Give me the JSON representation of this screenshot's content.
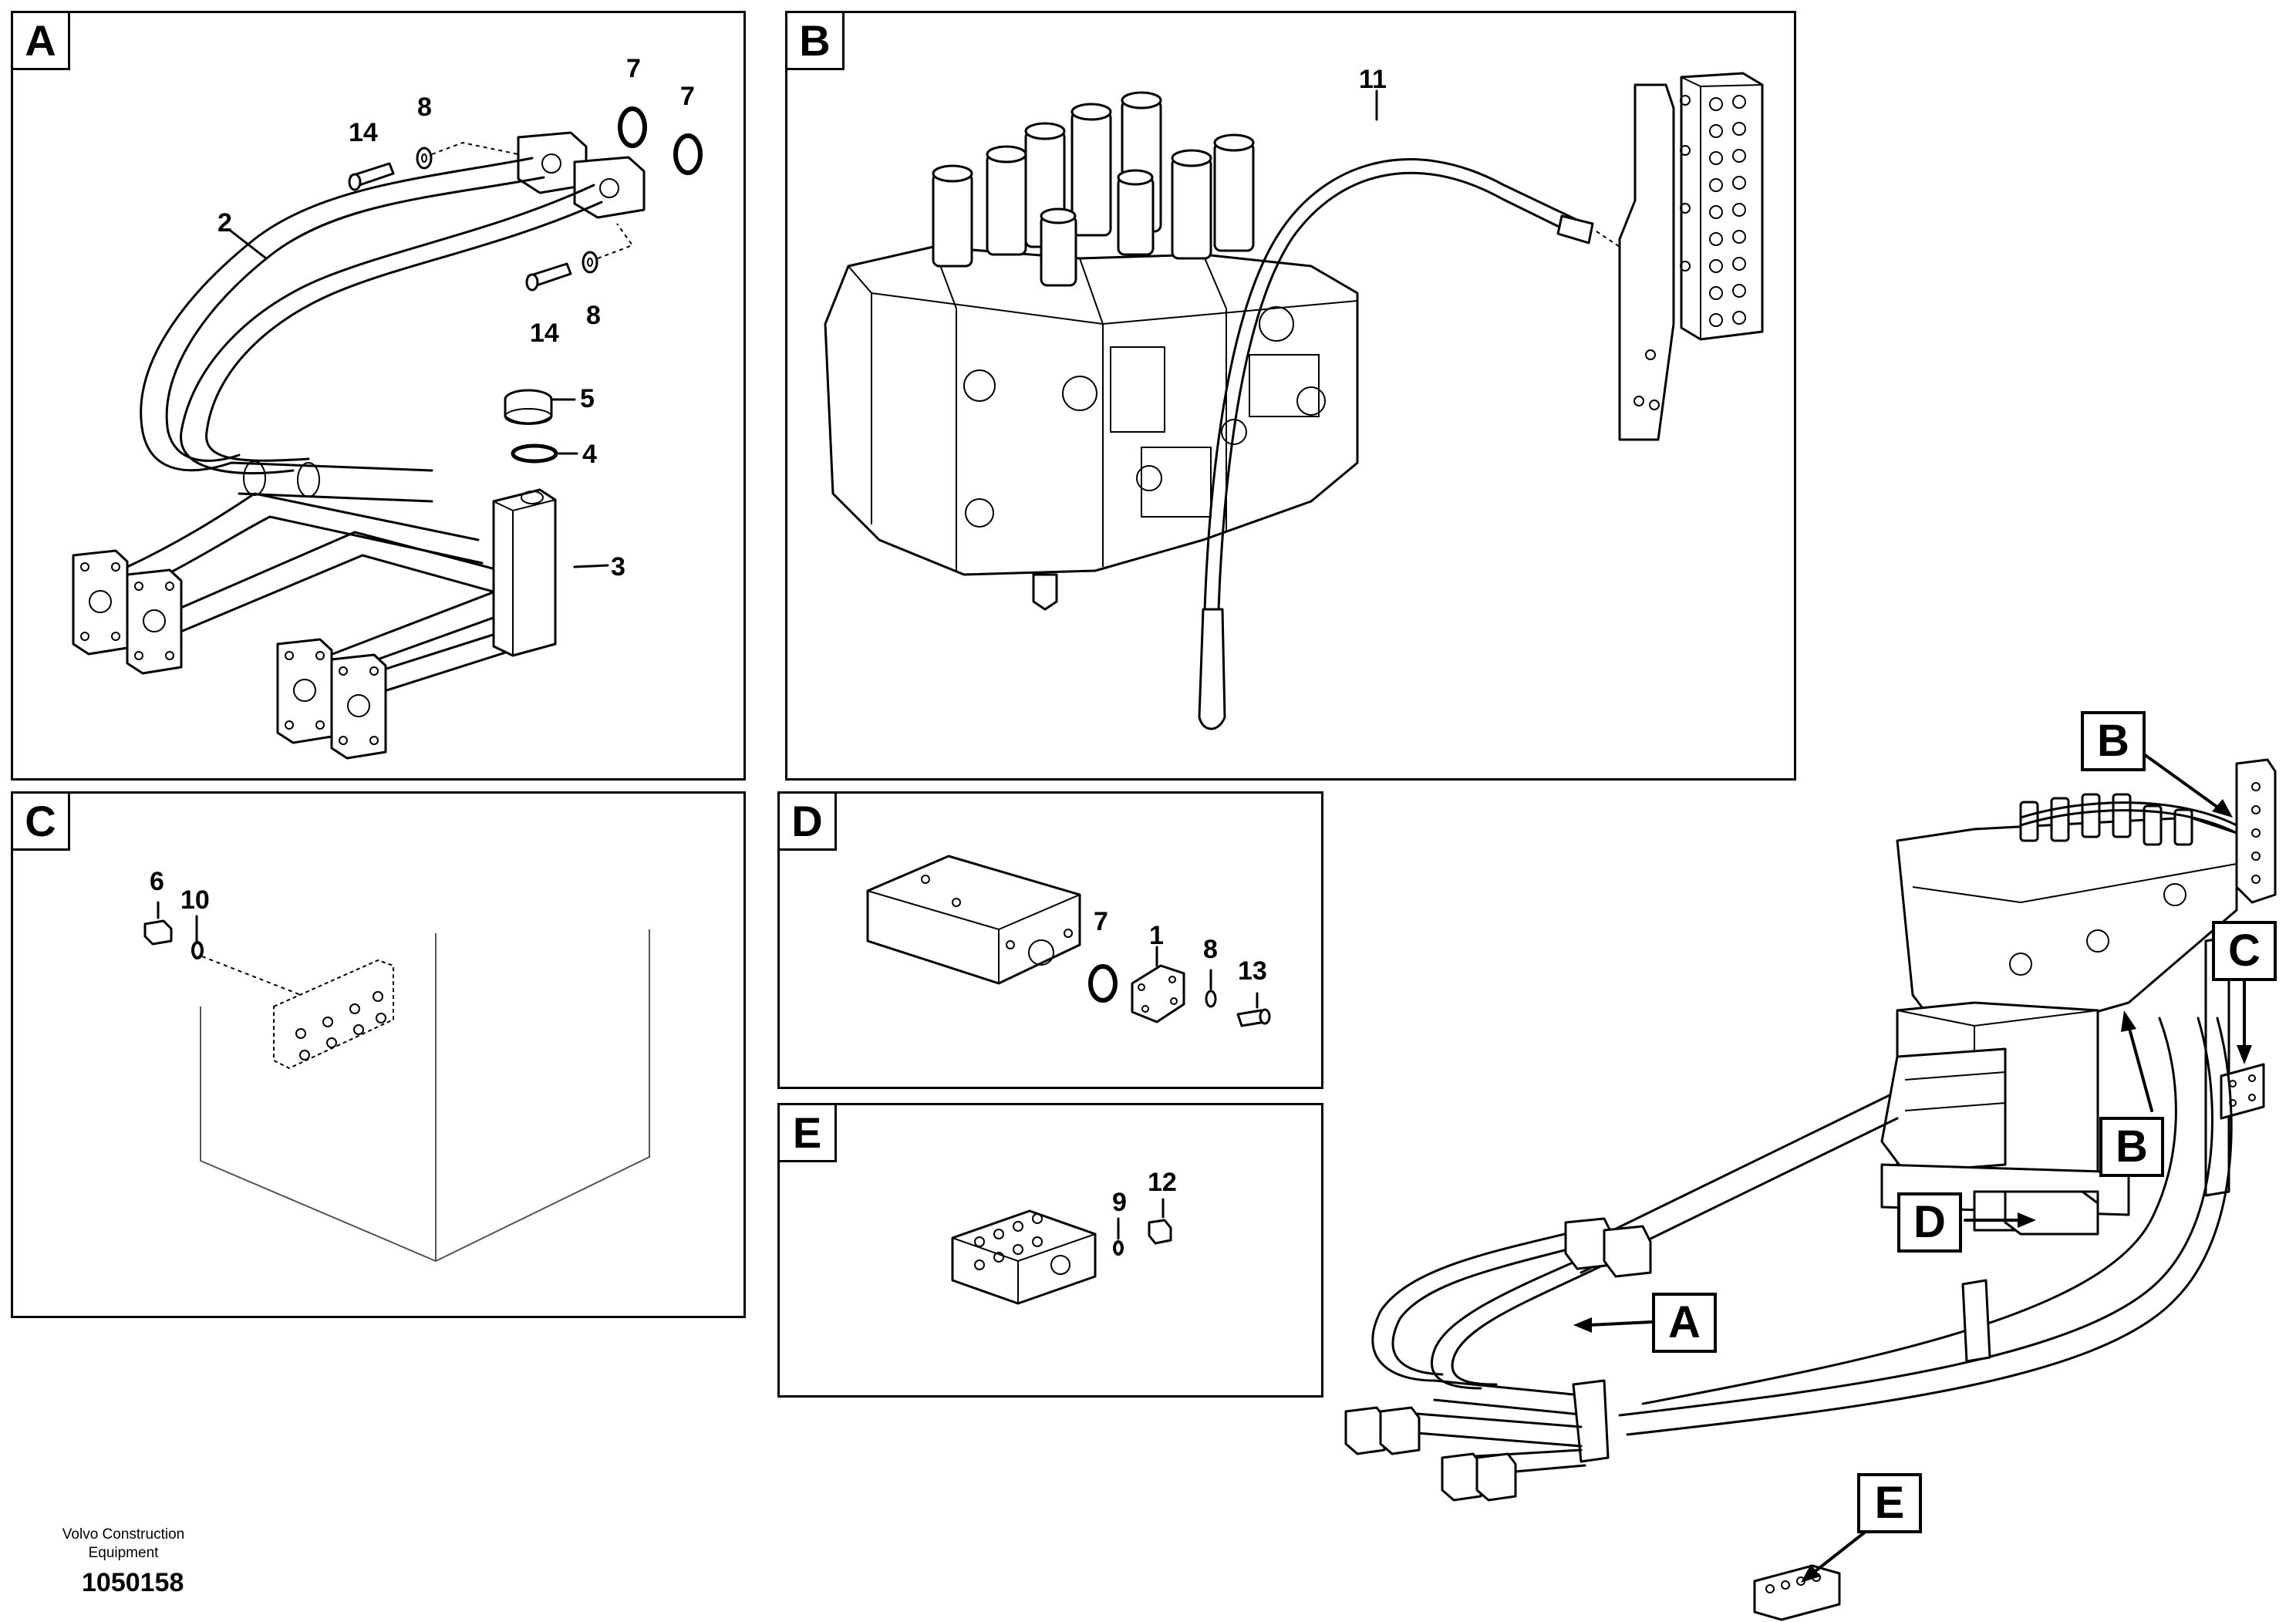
{
  "panels": {
    "a": {
      "tag": "A",
      "parts": [
        "14",
        "8",
        "7",
        "7",
        "2",
        "14",
        "8",
        "5",
        "4",
        "3"
      ]
    },
    "b": {
      "tag": "B",
      "parts": [
        "11"
      ]
    },
    "c": {
      "tag": "C",
      "parts": [
        "6",
        "10"
      ]
    },
    "d": {
      "tag": "D",
      "parts": [
        "7",
        "1",
        "8",
        "13"
      ]
    },
    "e": {
      "tag": "E",
      "parts": [
        "9",
        "12"
      ]
    }
  },
  "overview_callouts": [
    "B",
    "C",
    "B",
    "D",
    "A",
    "E"
  ],
  "footer": {
    "brand": "Volvo Construction\nEquipment",
    "code": "1050158"
  },
  "colors": {
    "line": "#000000",
    "background": "#ffffff"
  }
}
